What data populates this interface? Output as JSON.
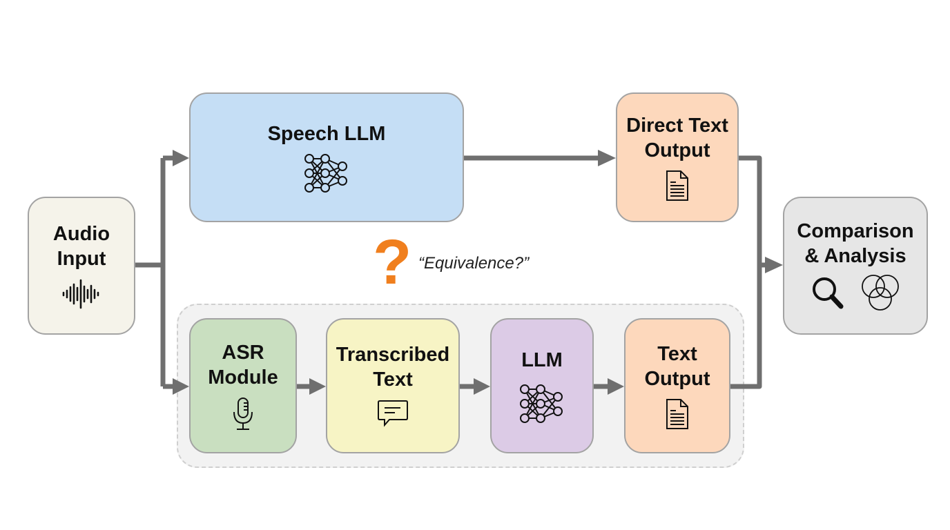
{
  "nodes": {
    "audio_input": {
      "label_line1": "Audio",
      "label_line2": "Input",
      "icon": "sound-wave-icon",
      "color": "#f5f3ea"
    },
    "speech_llm": {
      "label": "Speech LLM",
      "icon": "neural-network-icon",
      "color": "#c5def5"
    },
    "direct_text_output": {
      "label_line1": "Direct Text",
      "label_line2": "Output",
      "icon": "document-icon",
      "color": "#fdd8bc"
    },
    "comparison": {
      "label_line1": "Comparison",
      "label_line2": "& Analysis",
      "icons": [
        "magnifier-icon",
        "venn-diagram-icon"
      ],
      "color": "#e6e6e6"
    },
    "asr_module": {
      "label_line1": "ASR",
      "label_line2": "Module",
      "icon": "microphone-icon",
      "color": "#c9dfc0"
    },
    "transcribed_text": {
      "label_line1": "Transcribed",
      "label_line2": "Text",
      "icon": "chat-bubble-icon",
      "color": "#f7f4c5"
    },
    "llm": {
      "label": "LLM",
      "icon": "neural-network-icon",
      "color": "#dccbe6"
    },
    "text_output": {
      "label_line1": "Text",
      "label_line2": "Output",
      "icon": "document-icon",
      "color": "#fdd8bc"
    }
  },
  "annotation": {
    "symbol": "?",
    "text": "“Equivalence?”",
    "color": "#f07f1e"
  },
  "edges": [
    {
      "from": "Audio Input",
      "to": "Speech LLM"
    },
    {
      "from": "Audio Input",
      "to": "ASR Module"
    },
    {
      "from": "Speech LLM",
      "to": "Direct Text Output"
    },
    {
      "from": "ASR Module",
      "to": "Transcribed Text"
    },
    {
      "from": "Transcribed Text",
      "to": "LLM"
    },
    {
      "from": "LLM",
      "to": "Text Output"
    },
    {
      "from": "Direct Text Output",
      "to": "Comparison & Analysis"
    },
    {
      "from": "Text Output",
      "to": "Comparison & Analysis"
    }
  ]
}
